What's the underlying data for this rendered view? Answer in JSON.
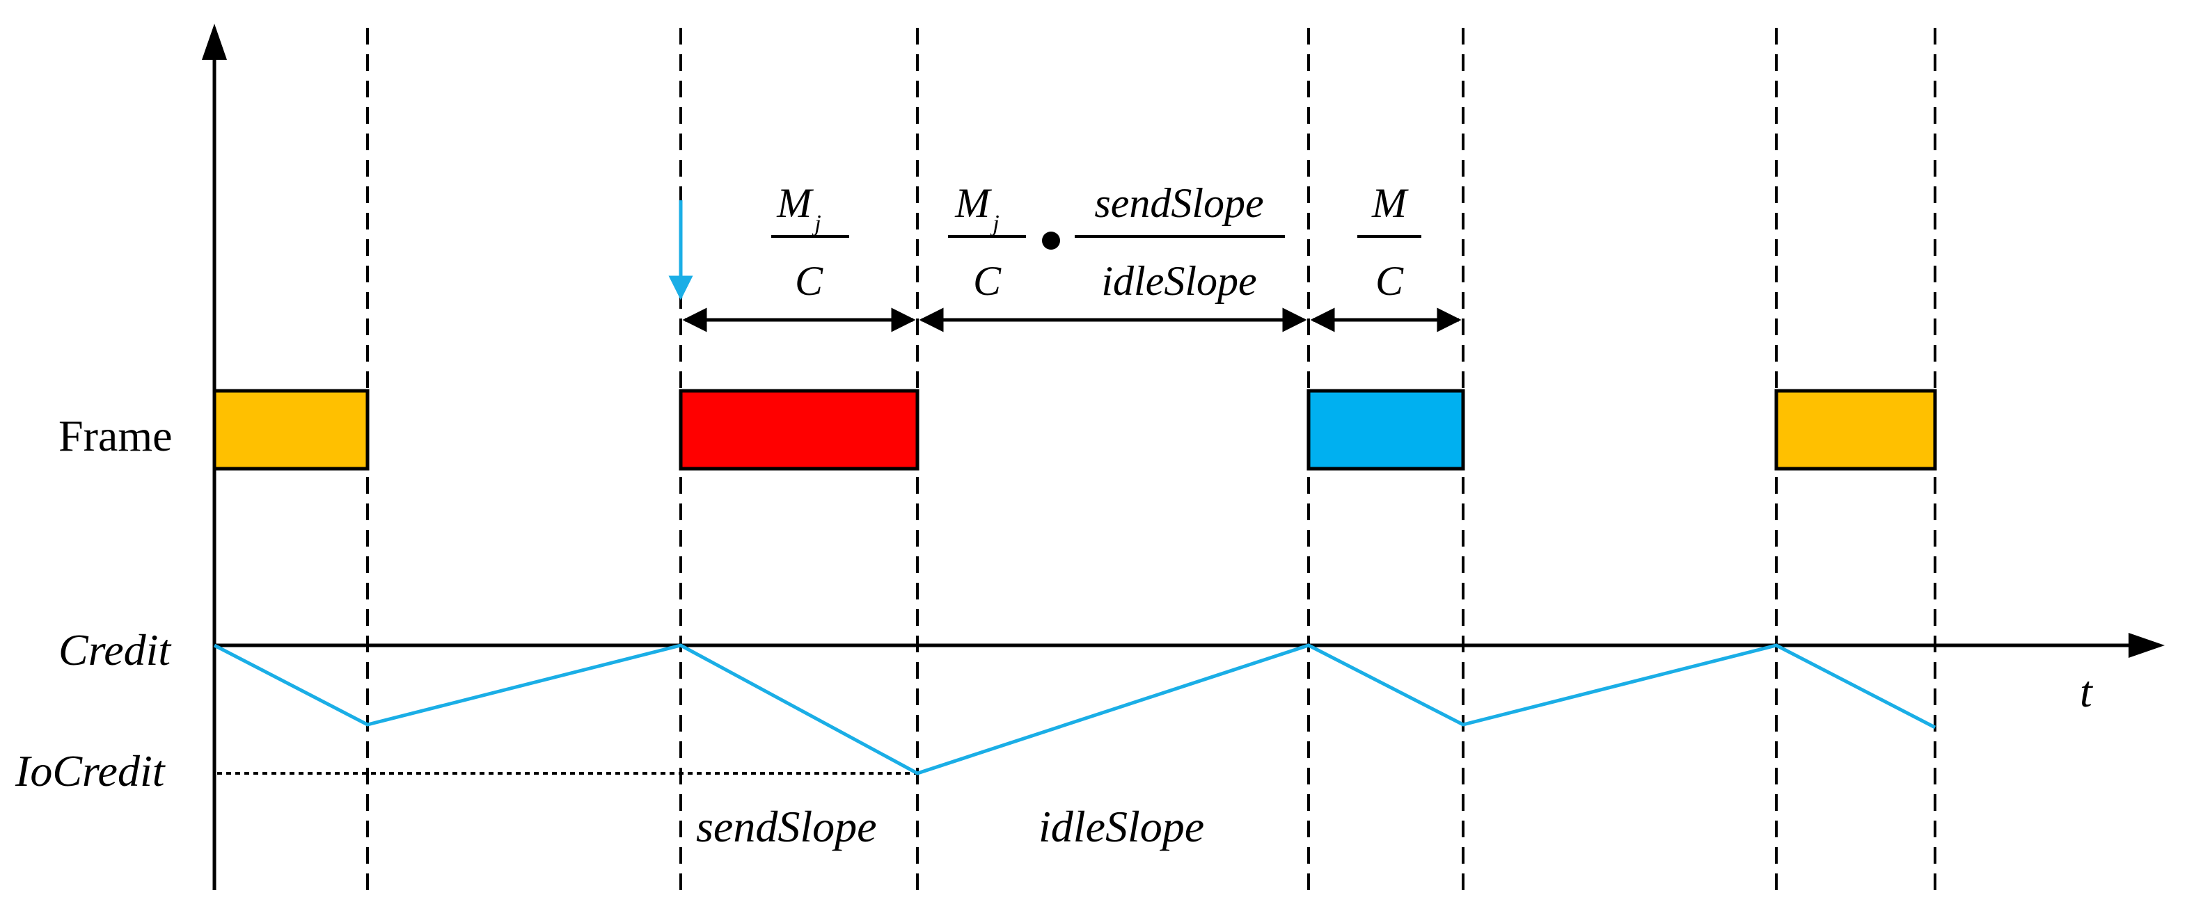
{
  "labels": {
    "frame": "Frame",
    "credit": "Credit",
    "lo_credit": "IoCredit",
    "time_axis": "t",
    "send_slope": "sendSlope",
    "idle_slope": "idleSlope"
  },
  "intervals": {
    "tx_frac": {
      "num_var": "M",
      "num_sub": "j",
      "den": "C"
    },
    "idle_frac_left": {
      "num_var": "M",
      "num_sub": "j",
      "den": "C"
    },
    "idle_frac_right": {
      "num": "sendSlope",
      "den": "idleSlope"
    },
    "last_frac": {
      "num": "M",
      "den": "C"
    }
  },
  "frames": [
    {
      "color": "#FFC000"
    },
    {
      "color": "#FF0000"
    },
    {
      "color": "#00B0F0"
    },
    {
      "color": "#FFC000"
    }
  ],
  "colors": {
    "credit_line": "#1AAEE6",
    "arrival_arrow": "#1AAEE6",
    "axis": "#000000"
  }
}
